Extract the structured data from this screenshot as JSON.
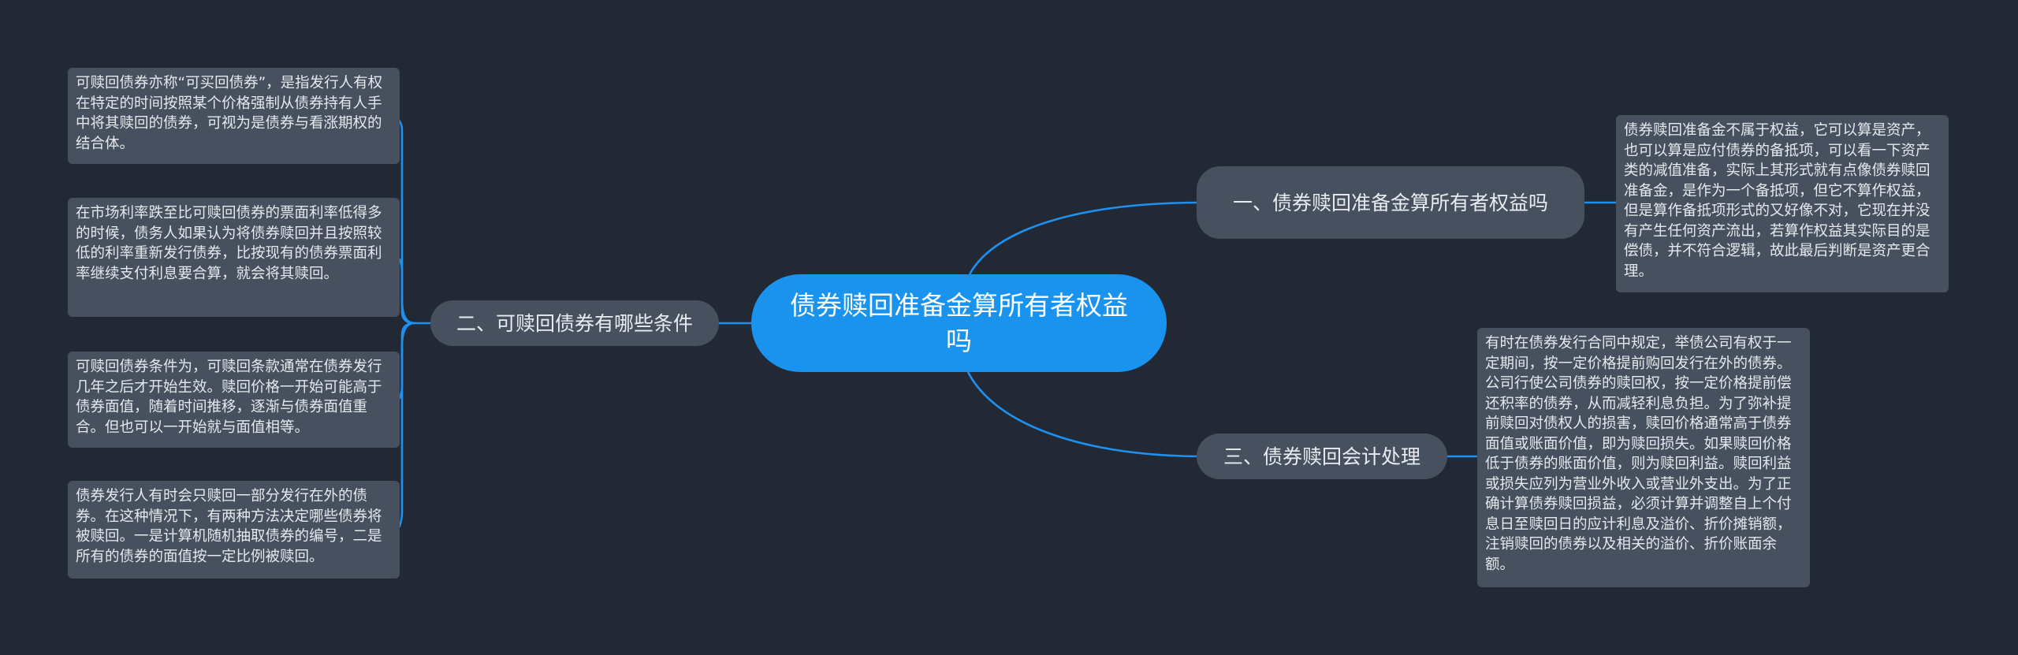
{
  "root": {
    "title": "债券赎回准备金算所有者权益吗"
  },
  "branches": [
    {
      "label": "一、债券赎回准备金算所有者权益吗"
    },
    {
      "label": "二、可赎回债券有哪些条件"
    },
    {
      "label": "三、债券赎回会计处理"
    }
  ],
  "leaves": {
    "b1": [
      "债券赎回准备金不属于权益，它可以算是资产，也可以算是应付债券的备抵项，可以看一下资产类的减值准备，实际上其形式就有点像债券赎回准备金，是作为一个备抵项，但它不算作权益，但是算作备抵项形式的又好像不对，它现在并没有产生任何资产流出，若算作权益其实际目的是偿债，并不符合逻辑，故此最后判断是资产更合理。"
    ],
    "b2": [
      "可赎回债券亦称“可买回债券”，是指发行人有权在特定的时间按照某个价格强制从债券持有人手中将其赎回的债券，可视为是债券与看涨期权的结合体。",
      "在市场利率跌至比可赎回债券的票面利率低得多的时候，债务人如果认为将债券赎回并且按照较低的利率重新发行债券，比按现有的债券票面利率继续支付利息要合算，就会将其赎回。",
      "可赎回债券条件为，可赎回条款通常在债券发行几年之后才开始生效。赎回价格一开始可能高于债券面值，随着时间推移，逐渐与债券面值重合。但也可以一开始就与面值相等。",
      "债券发行人有时会只赎回一部分发行在外的债券。在这种情况下，有两种方法决定哪些债券将被赎回。一是计算机随机抽取债券的编号，二是所有的债券的面值按一定比例被赎回。"
    ],
    "b3": [
      "有时在债券发行合同中规定，举债公司有权于一定期间，按一定价格提前购回发行在外的债券。公司行使公司债券的赎回权，按一定价格提前偿还积率的债券，从而减轻利息负担。为了弥补提前赎回对债权人的损害，赎回价格通常高于债券面值或账面价值，即为赎回损失。如果赎回价格低于债券的账面价值，则为赎回利益。赎回利益或损失应列为营业外收入或营业外支出。为了正确计算债券赎回损益，必须计算并调整自上个付息日至赎回日的应计利息及溢价、折价摊销额，注销赎回的债券以及相关的溢价、折价账面余额。"
    ]
  },
  "colors": {
    "background": "#232934",
    "root_fill": "#1a93ef",
    "node_fill": "#47505e",
    "connector": "#1e90f0"
  }
}
